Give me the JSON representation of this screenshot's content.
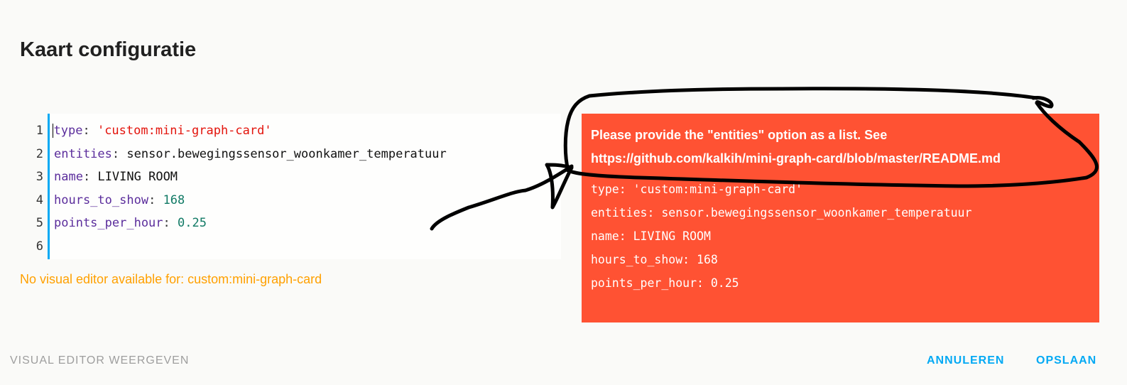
{
  "dialog": {
    "title": "Kaart configuratie"
  },
  "editor": {
    "line_numbers": [
      "1",
      "2",
      "3",
      "4",
      "5",
      "6"
    ],
    "lines": [
      {
        "key": "type",
        "value": "'custom:mini-graph-card'",
        "kind": "string"
      },
      {
        "key": "entities",
        "value": "sensor.bewegingssensor_woonkamer_temperatuur",
        "kind": "plain"
      },
      {
        "key": "name",
        "value": "LIVING ROOM",
        "kind": "plain"
      },
      {
        "key": "hours_to_show",
        "value": "168",
        "kind": "number"
      },
      {
        "key": "points_per_hour",
        "value": "0.25",
        "kind": "number"
      }
    ],
    "colon": ":"
  },
  "warning": "No visual editor available for: custom:mini-graph-card",
  "error_card": {
    "message_line1": "Please provide the \"entities\" option as a list. See",
    "message_line2": "https://github.com/kalkih/mini-graph-card/blob/master/README.md",
    "yaml": "type: 'custom:mini-graph-card'\nentities: sensor.bewegingssensor_woonkamer_temperatuur\nname: LIVING ROOM\nhours_to_show: 168\npoints_per_hour: 0.25",
    "color": "#ff5233"
  },
  "buttons": {
    "visual_editor": "VISUAL EDITOR WEERGEVEN",
    "cancel": "ANNULEREN",
    "save": "OPSLAAN"
  },
  "colors": {
    "accent": "#03a9f4",
    "warning": "#ffa000"
  }
}
